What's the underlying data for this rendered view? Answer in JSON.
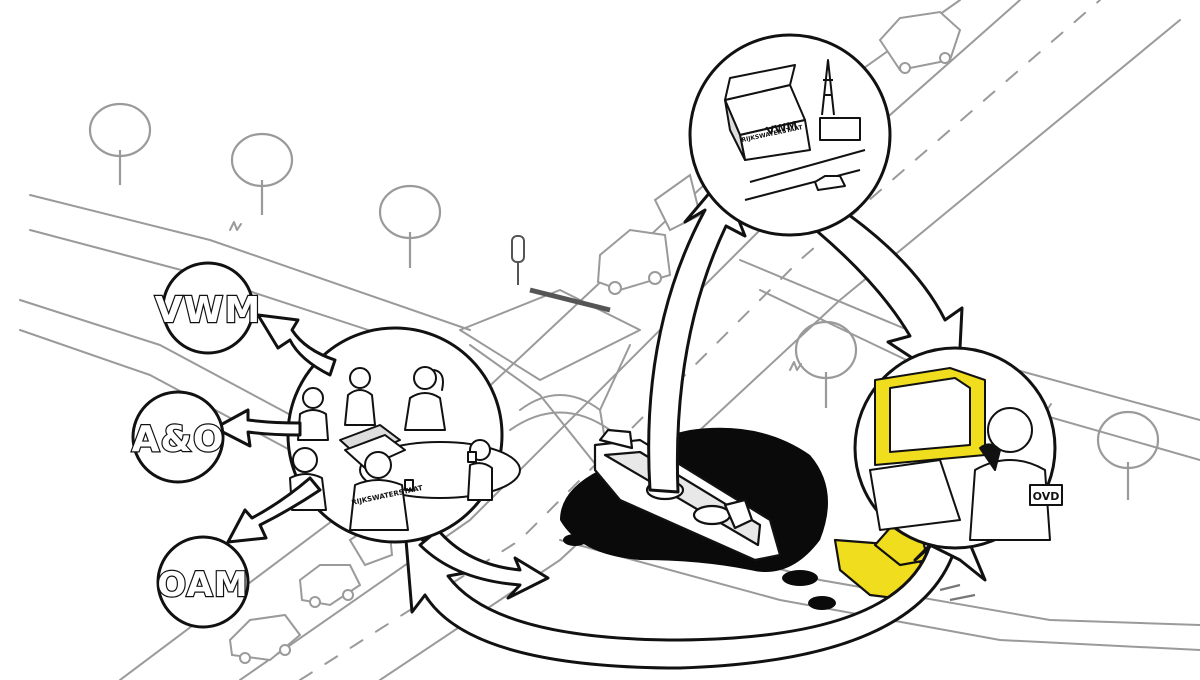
{
  "nodes": {
    "vwm": "VWM",
    "ao": "A&O",
    "oam": "OAM"
  },
  "signs": {
    "vwm_building": "VWM",
    "rws_building": "RIJKSWATERSTAAT",
    "back_vest": "RIJKSWATERSTAAT",
    "ovd_badge": "OVD"
  },
  "colors": {
    "ink": "#111111",
    "background_lines": "#9a9a9a",
    "highlight": "#f0dd1e",
    "oil": "#0a0a0a"
  }
}
